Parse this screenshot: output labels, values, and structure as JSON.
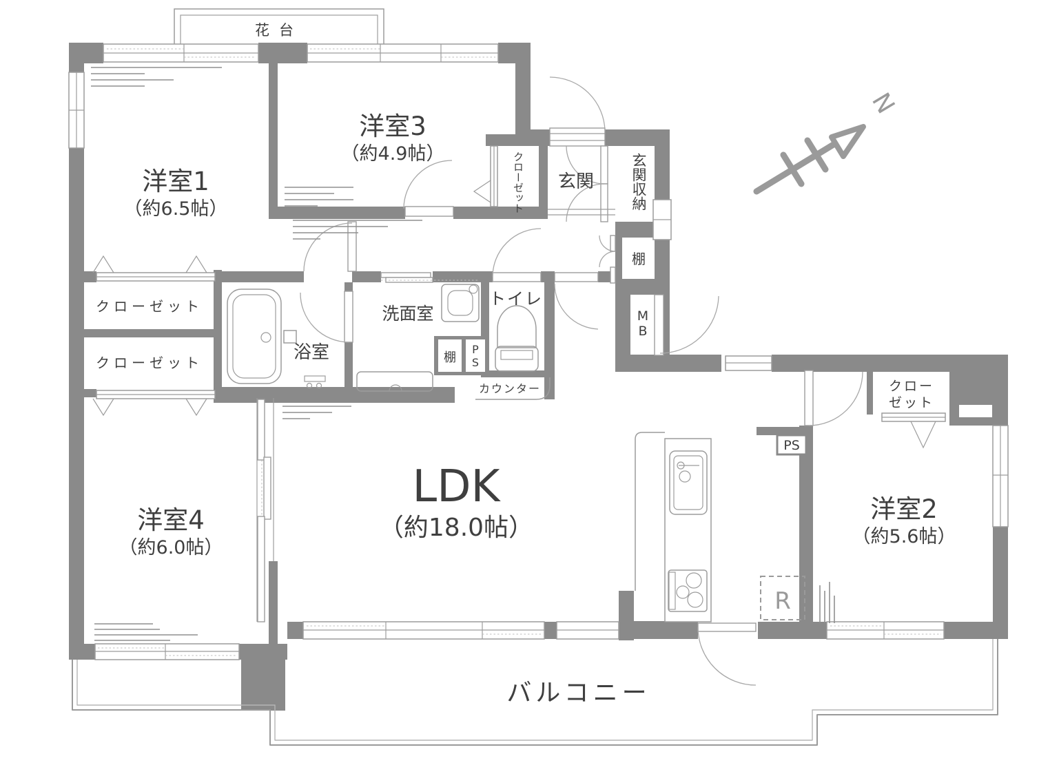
{
  "plan_title": "4LDK apartment floor plan",
  "colors": {
    "wall": "#8a8a8a",
    "line": "#9c9c9c",
    "text": "#3f3f3f"
  },
  "rooms": {
    "youshitsu1": {
      "name": "洋室1",
      "size": "（約6.5帖）"
    },
    "youshitsu2": {
      "name": "洋室2",
      "size": "（約5.6帖）"
    },
    "youshitsu3": {
      "name": "洋室3",
      "size": "（約4.9帖）"
    },
    "youshitsu4": {
      "name": "洋室4",
      "size": "（約6.0帖）"
    },
    "ldk": {
      "name": "LDK",
      "size": "（約18.0帖）"
    },
    "genkan": {
      "name": "玄関"
    },
    "genkan_shuunou": {
      "name": "玄関収納"
    },
    "yokushitsu": {
      "name": "浴室"
    },
    "senmenshitsu": {
      "name": "洗面室"
    },
    "toilet": {
      "name": "トイレ"
    },
    "balcony": {
      "name": "バルコニー"
    },
    "kadai": {
      "name": "花台"
    }
  },
  "closets": {
    "closet_y3": "クローゼット",
    "closet_left_upper": "クローゼット",
    "closet_left_lower": "クローゼット",
    "closet_y2_line1": "クロー",
    "closet_y2_line2": "ゼット"
  },
  "fixtures": {
    "shelf_hall": "棚",
    "shelf_wash": "棚",
    "ps_wash": "PS",
    "meter_box": "MB",
    "ps_kitchen": "PS",
    "counter": "カウンター",
    "refrigerator": "R"
  },
  "compass": {
    "north": "N"
  }
}
